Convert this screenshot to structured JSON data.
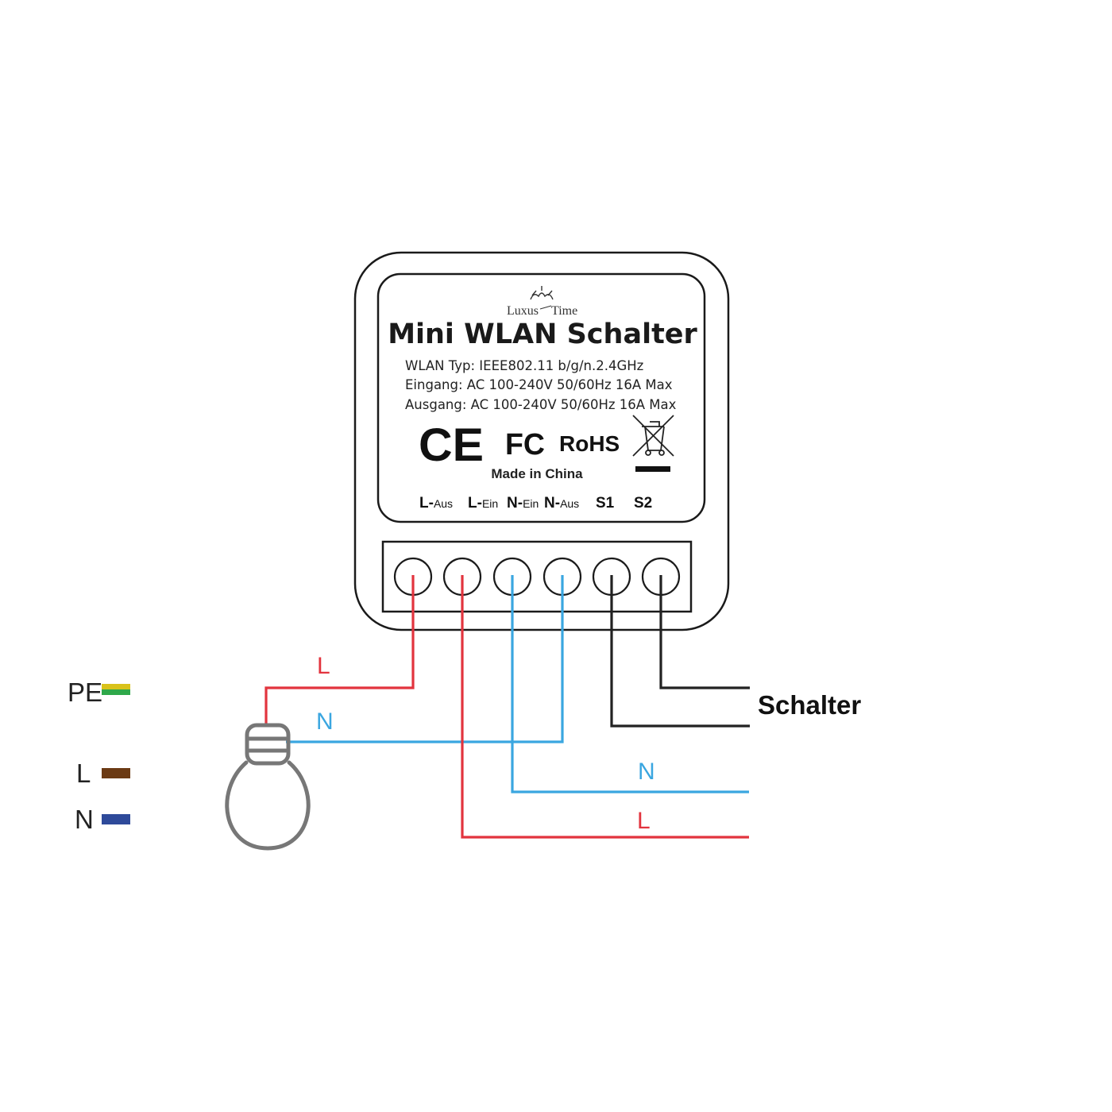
{
  "device": {
    "brand_left": "Luxus",
    "brand_right": "Time",
    "title": "Mini WLAN Schalter",
    "specs": [
      "WLAN Typ: IEEE802.11 b/g/n.2.4GHz",
      "Eingang: AC 100-240V 50/60Hz 16A Max",
      "Ausgang: AC 100-240V 50/60Hz 16A Max"
    ],
    "cert_ce": "CE",
    "cert_fcc": "FC",
    "cert_rohs": "RoHS",
    "made_in": "Made in China",
    "terminals": [
      {
        "main": "L-",
        "sub": "Aus"
      },
      {
        "main": "L-",
        "sub": "Ein"
      },
      {
        "main": "N-",
        "sub": "Ein"
      },
      {
        "main": "N-",
        "sub": "Aus"
      },
      {
        "main": "S1",
        "sub": ""
      },
      {
        "main": "S2",
        "sub": ""
      }
    ]
  },
  "wire_labels": {
    "lamp_l": "L",
    "lamp_n": "N",
    "supply_n": "N",
    "supply_l": "L",
    "switch": "Schalter"
  },
  "legend": [
    {
      "label": "PE",
      "color": "#d9c21a",
      "color2": "#2fa84a"
    },
    {
      "label": "L",
      "color": "#6b3a14"
    },
    {
      "label": "N",
      "color": "#2e4a9a"
    }
  ],
  "colors": {
    "live": "#e2343e",
    "neutral": "#3aa6e0",
    "switch_wire": "#222222",
    "outline": "#1a1a1a",
    "bulb": "#777777"
  }
}
